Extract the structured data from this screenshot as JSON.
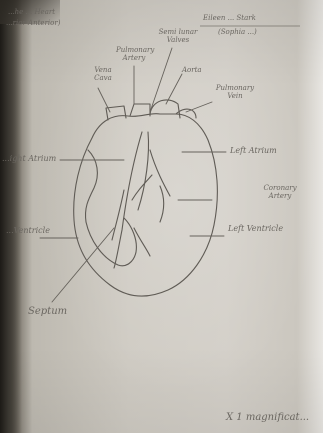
{
  "photo": {
    "header": {
      "left_line1": "...he ... Heart",
      "left_line2": "...rior Anterior)",
      "right_line1": "Eileen ... Stark",
      "right_line2": "(Sophia ...)"
    },
    "labels": {
      "vena_cava": "Vena Cava",
      "pulmonary_artery": "Pulmonary Artery",
      "semilunar_valves": "Semi lunar Valves",
      "aorta": "Aorta",
      "pulmonary_vein": "Pulmonary Vein",
      "right_atrium": "...ight Atrium",
      "left_atrium": "Left Atrium",
      "coronary_artery": "Coronary Artery",
      "right_ventricle": "...Ventricle",
      "left_ventricle": "Left Ventricle",
      "septum": "Septum",
      "magnification": "X 1 magnificat..."
    },
    "colors": {
      "paper": "#cfcbc3",
      "pencil": "#5f5b55"
    }
  }
}
